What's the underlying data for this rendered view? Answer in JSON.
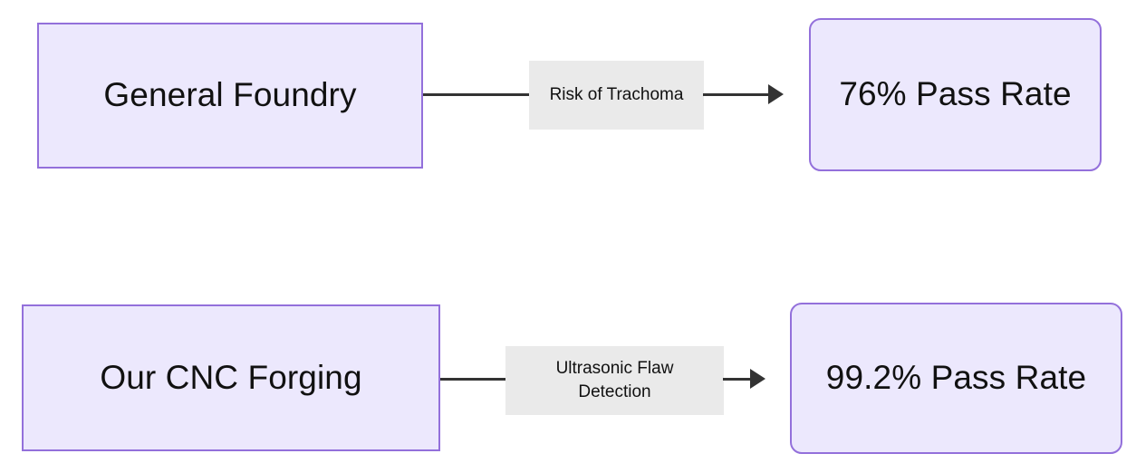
{
  "diagram": {
    "type": "flowchart",
    "direction": "left-to-right",
    "background_color": "#ffffff",
    "node_fill_color": "#ECE8FD",
    "node_border_color": "#9370DB",
    "edge_label_bg_color": "#EAEAEA",
    "edge_color": "#333333",
    "text_color": "#111111",
    "rows": [
      {
        "id": "row-1",
        "source": {
          "label": "General Foundry",
          "shape": "rectangle"
        },
        "edge": {
          "label": "Risk of Trachoma",
          "label_line_1": "Risk of Trachoma",
          "label_line_2": "",
          "arrow": "arrowhead-right"
        },
        "target": {
          "label": "76% Pass Rate",
          "shape": "rounded-rectangle"
        }
      },
      {
        "id": "row-2",
        "source": {
          "label": "Our CNC Forging",
          "shape": "rectangle"
        },
        "edge": {
          "label": "Ultrasonic Flaw Detection",
          "label_line_1": "Ultrasonic Flaw",
          "label_line_2": "Detection",
          "arrow": "arrowhead-right"
        },
        "target": {
          "label": "99.2% Pass Rate",
          "shape": "rounded-rectangle"
        }
      }
    ]
  }
}
